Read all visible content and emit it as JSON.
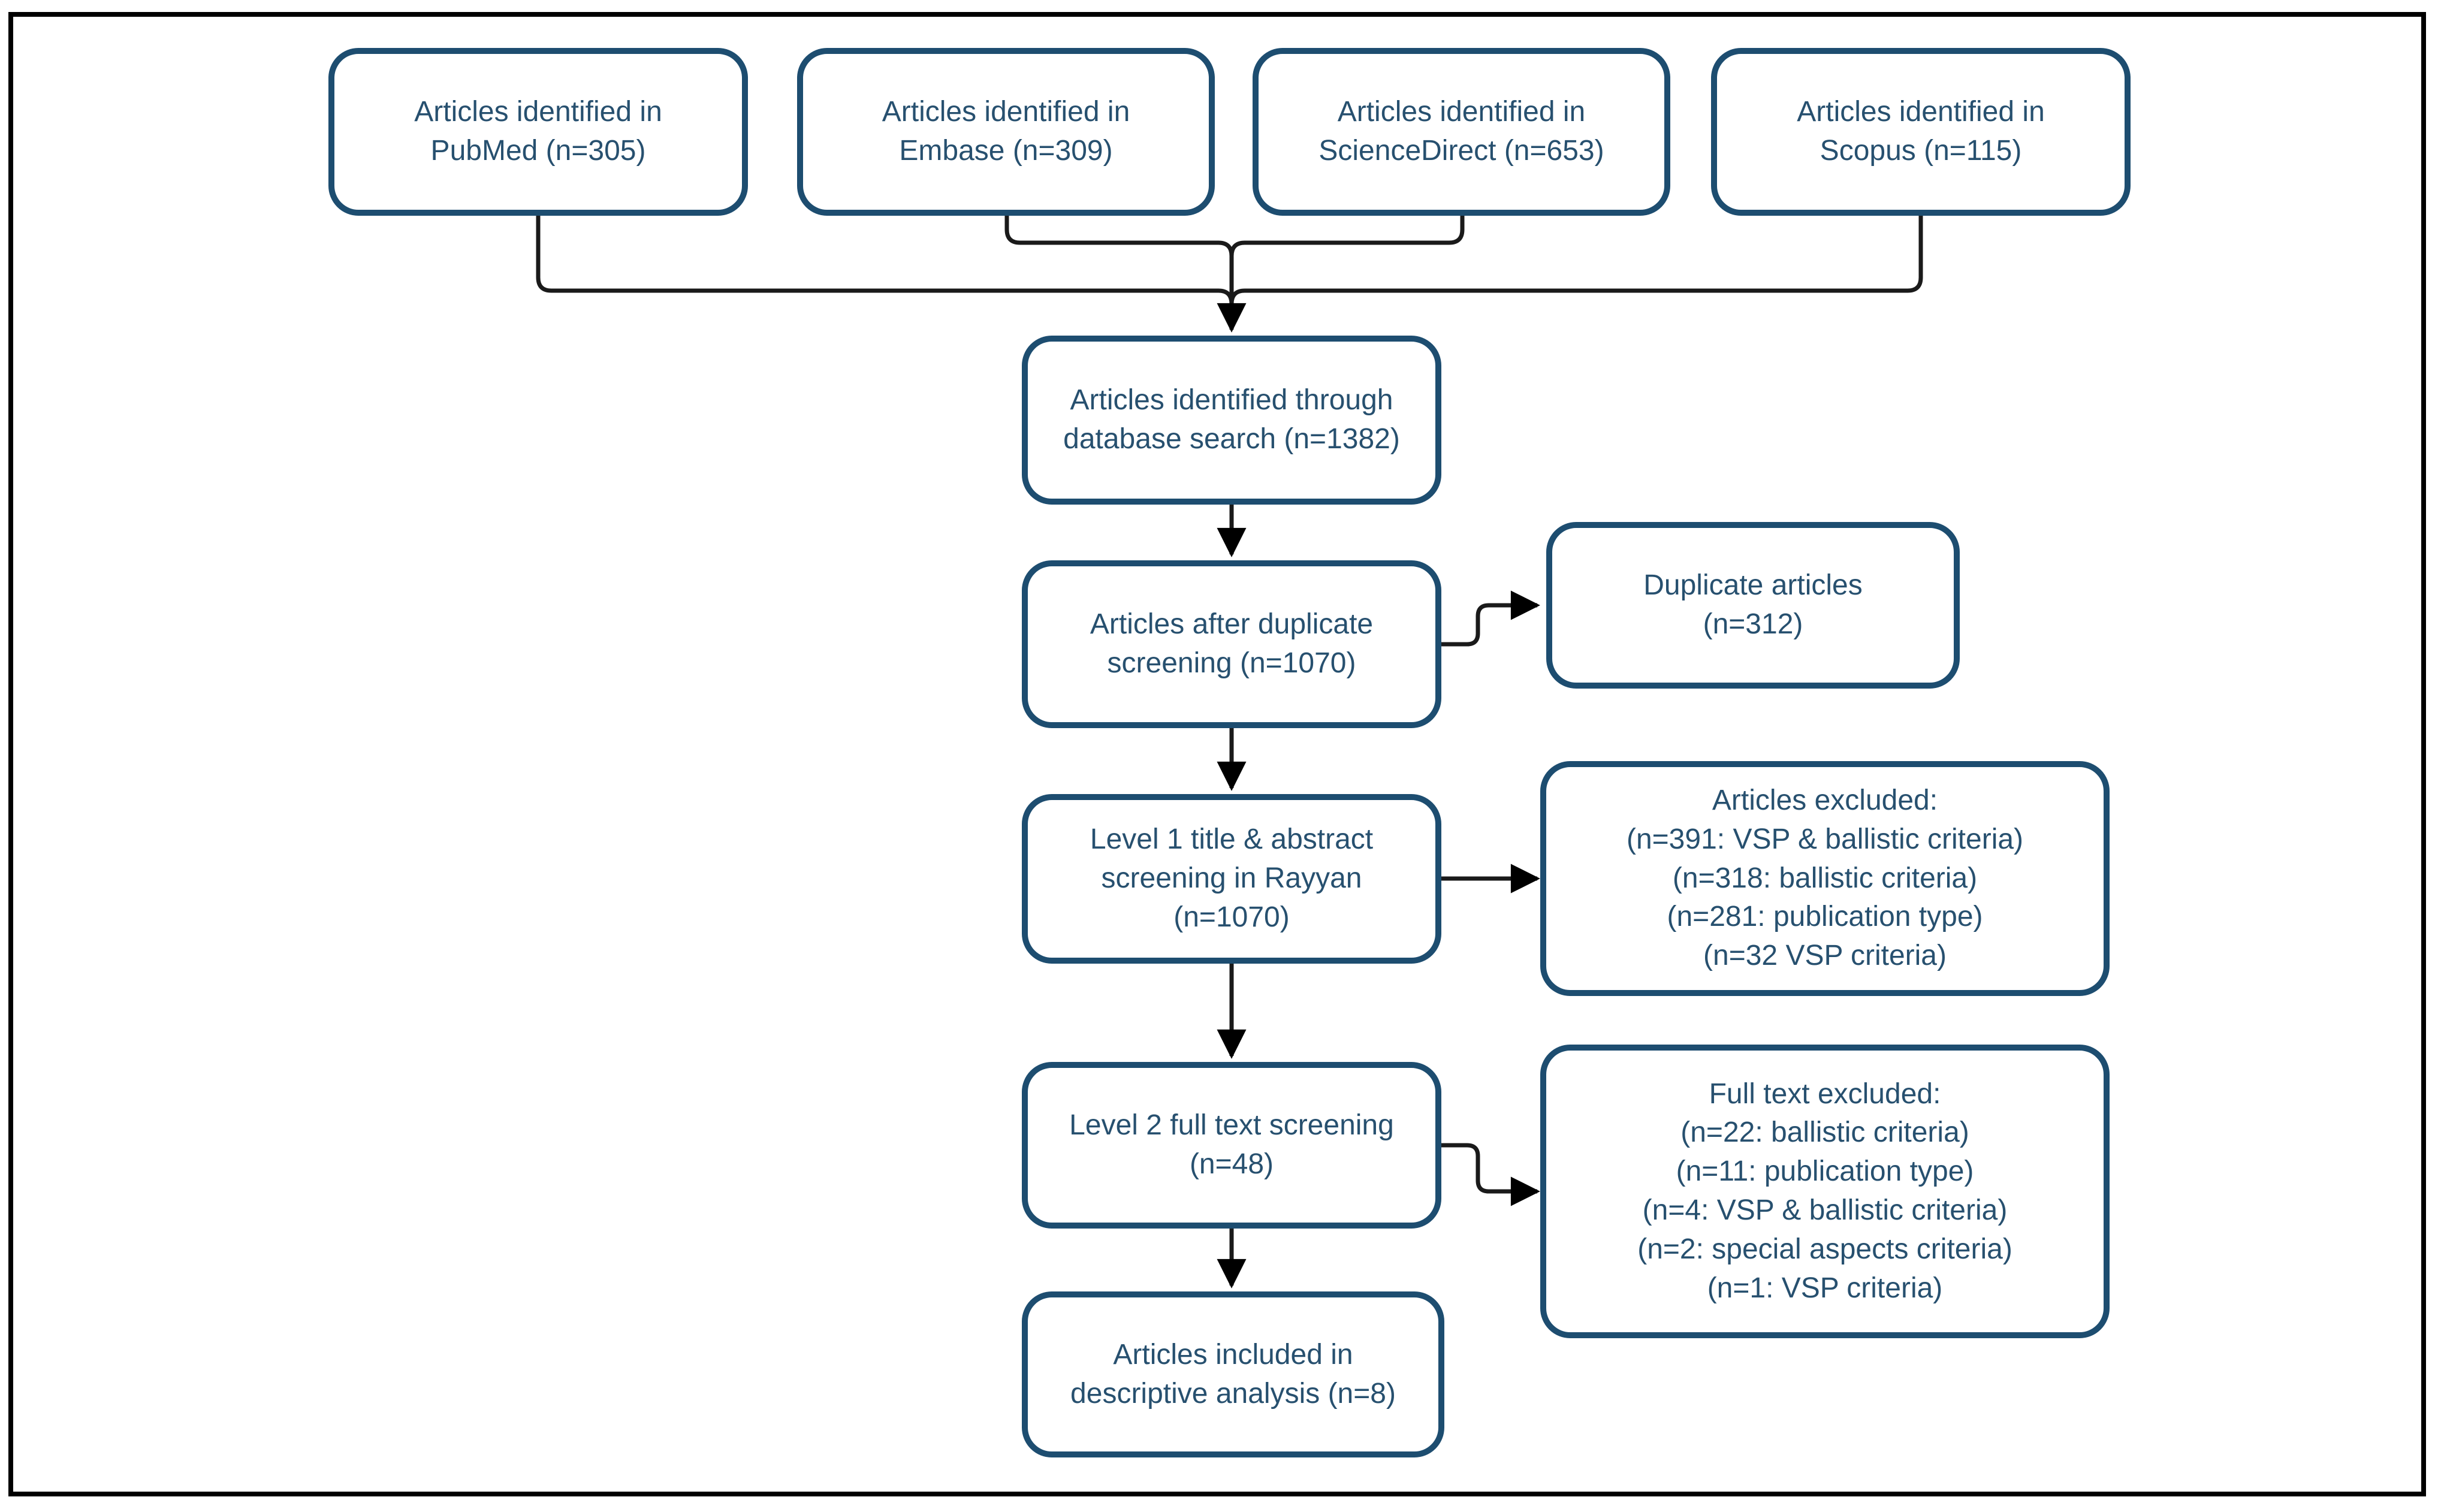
{
  "colors": {
    "box_border": "#1d4d70",
    "box_text": "#27506f",
    "connector": "#1a1a1a",
    "outer_frame": "#000000",
    "background": "#ffffff"
  },
  "boxes": {
    "pubmed": {
      "label": "Articles identified in\nPubMed (n=305)"
    },
    "embase": {
      "label": "Articles identified in\nEmbase (n=309)"
    },
    "sciencedirect": {
      "label": "Articles identified in\nScienceDirect (n=653)"
    },
    "scopus": {
      "label": "Articles identified in\nScopus (n=115)"
    },
    "db_search": {
      "label": "Articles identified through\ndatabase search (n=1382)"
    },
    "dup_screening": {
      "label": "Articles after duplicate\nscreening (n=1070)"
    },
    "level1": {
      "label": "Level 1 title & abstract\nscreening in Rayyan\n(n=1070)"
    },
    "level2": {
      "label": "Level 2 full text screening\n(n=48)"
    },
    "included": {
      "label": "Articles included in\ndescriptive analysis (n=8)"
    },
    "duplicates": {
      "label": "Duplicate articles\n(n=312)"
    },
    "excluded_l1": {
      "label": "Articles excluded:\n(n=391: VSP & ballistic criteria)\n(n=318: ballistic criteria)\n(n=281: publication type)\n(n=32 VSP criteria)"
    },
    "excluded_l2": {
      "label": "Full text excluded:\n(n=22: ballistic criteria)\n(n=11: publication type)\n(n=4: VSP & ballistic criteria)\n(n=2: special aspects criteria)\n(n=1: VSP criteria)"
    }
  },
  "counts": {
    "pubmed": 305,
    "embase": 309,
    "sciencedirect": 653,
    "scopus": 115,
    "database_search_total": 1382,
    "after_duplicate_screening": 1070,
    "duplicates_removed": 312,
    "level1_screened": 1070,
    "level1_excluded_vsp_and_ballistic": 391,
    "level1_excluded_ballistic": 318,
    "level1_excluded_publication_type": 281,
    "level1_excluded_vsp": 32,
    "level2_screened": 48,
    "level2_excluded_ballistic": 22,
    "level2_excluded_publication_type": 11,
    "level2_excluded_vsp_and_ballistic": 4,
    "level2_excluded_special_aspects": 2,
    "level2_excluded_vsp": 1,
    "included_descriptive_analysis": 8
  }
}
